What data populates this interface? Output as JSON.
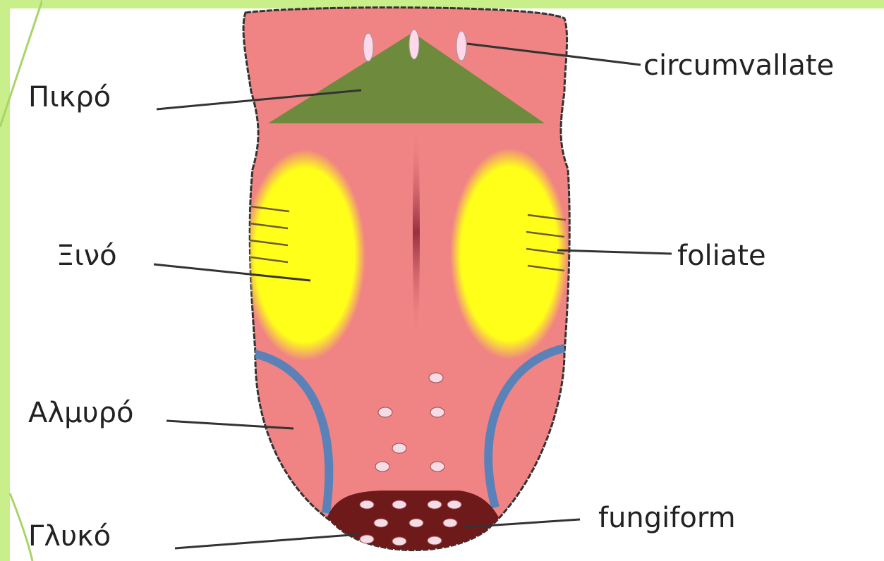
{
  "labels": {
    "bitter": "Πικρό",
    "sour": "Ξινό",
    "salty": "Αλμυρό",
    "sweet": "Γλυκό",
    "circumvallate": "circumvallate",
    "foliate": "foliate",
    "fungiform": "fungiform"
  },
  "colors": {
    "background": "#c9ef8a",
    "tongue": "#f08484",
    "bitter_region": "#6e8a3c",
    "sour_region": "#ffff1a",
    "salty_region": "#5a82b8",
    "sweet_region": "#6e1a1a",
    "papillae": "#ffd8ec"
  }
}
